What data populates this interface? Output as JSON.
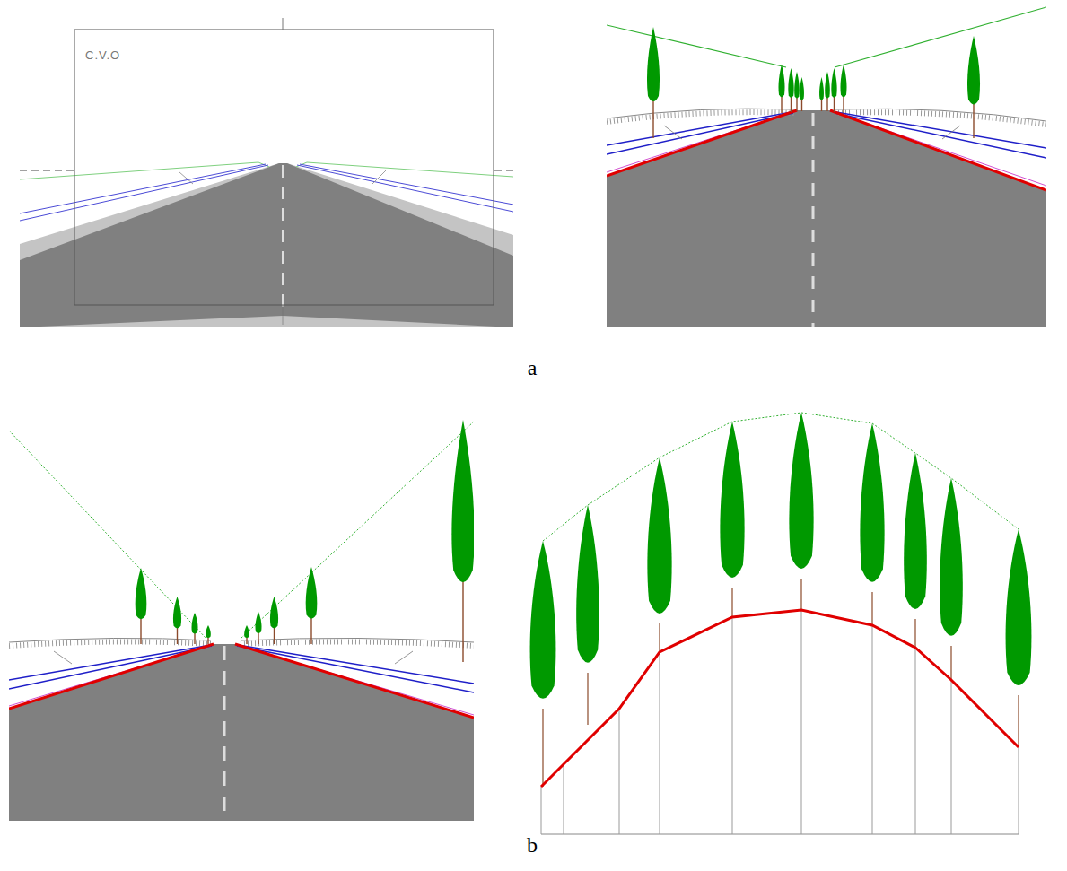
{
  "diagram": {
    "labels": [
      "C.V.O",
      "a",
      "b"
    ]
  }
}
